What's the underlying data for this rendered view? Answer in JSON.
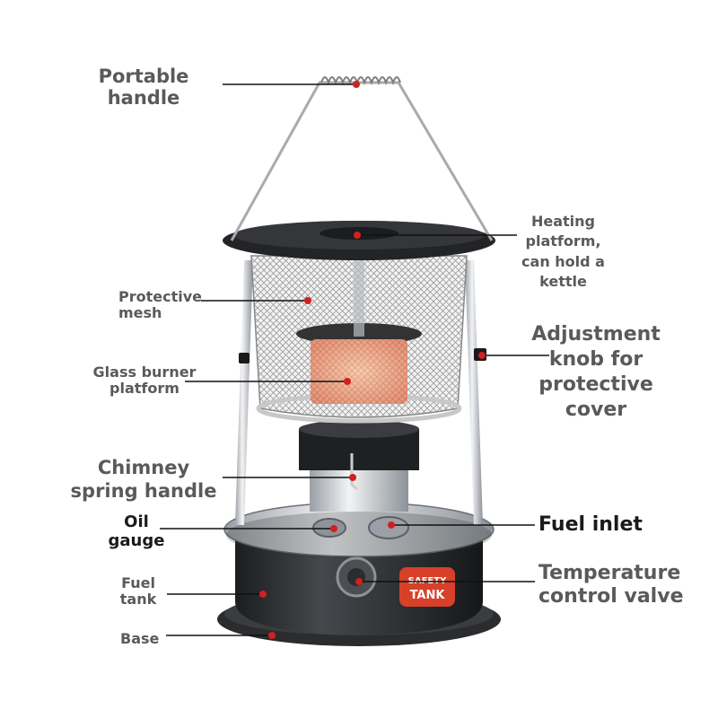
{
  "labels": {
    "portable_handle": [
      "Portable",
      "handle"
    ],
    "heating_platform": [
      "Heating",
      "platform,",
      "can hold a",
      "kettle"
    ],
    "protective_mesh": [
      "Protective",
      "mesh"
    ],
    "adjustment_knob": [
      "Adjustment",
      "knob for",
      "protective",
      "cover"
    ],
    "glass_burner": [
      "Glass burner",
      "platform"
    ],
    "chimney_spring": [
      "Chimney",
      "spring handle"
    ],
    "oil_gauge": [
      "Oil",
      "gauge"
    ],
    "fuel_inlet": [
      "Fuel inlet"
    ],
    "fuel_tank": [
      "Fuel",
      "tank"
    ],
    "temperature_valve": [
      "Temperature",
      "control valve"
    ],
    "base": [
      "Base"
    ]
  },
  "badge": {
    "line1": "SAFETY",
    "line2": "TANK"
  },
  "colors": {
    "label_text": "#5a5a5a",
    "dark_label": "#1a1a1a",
    "leader_line": "#111111",
    "marker_dot": "#d21f1f",
    "badge_red": "#d8402a",
    "heater_body": "#26282b",
    "flame_orange": "#f08a55"
  }
}
